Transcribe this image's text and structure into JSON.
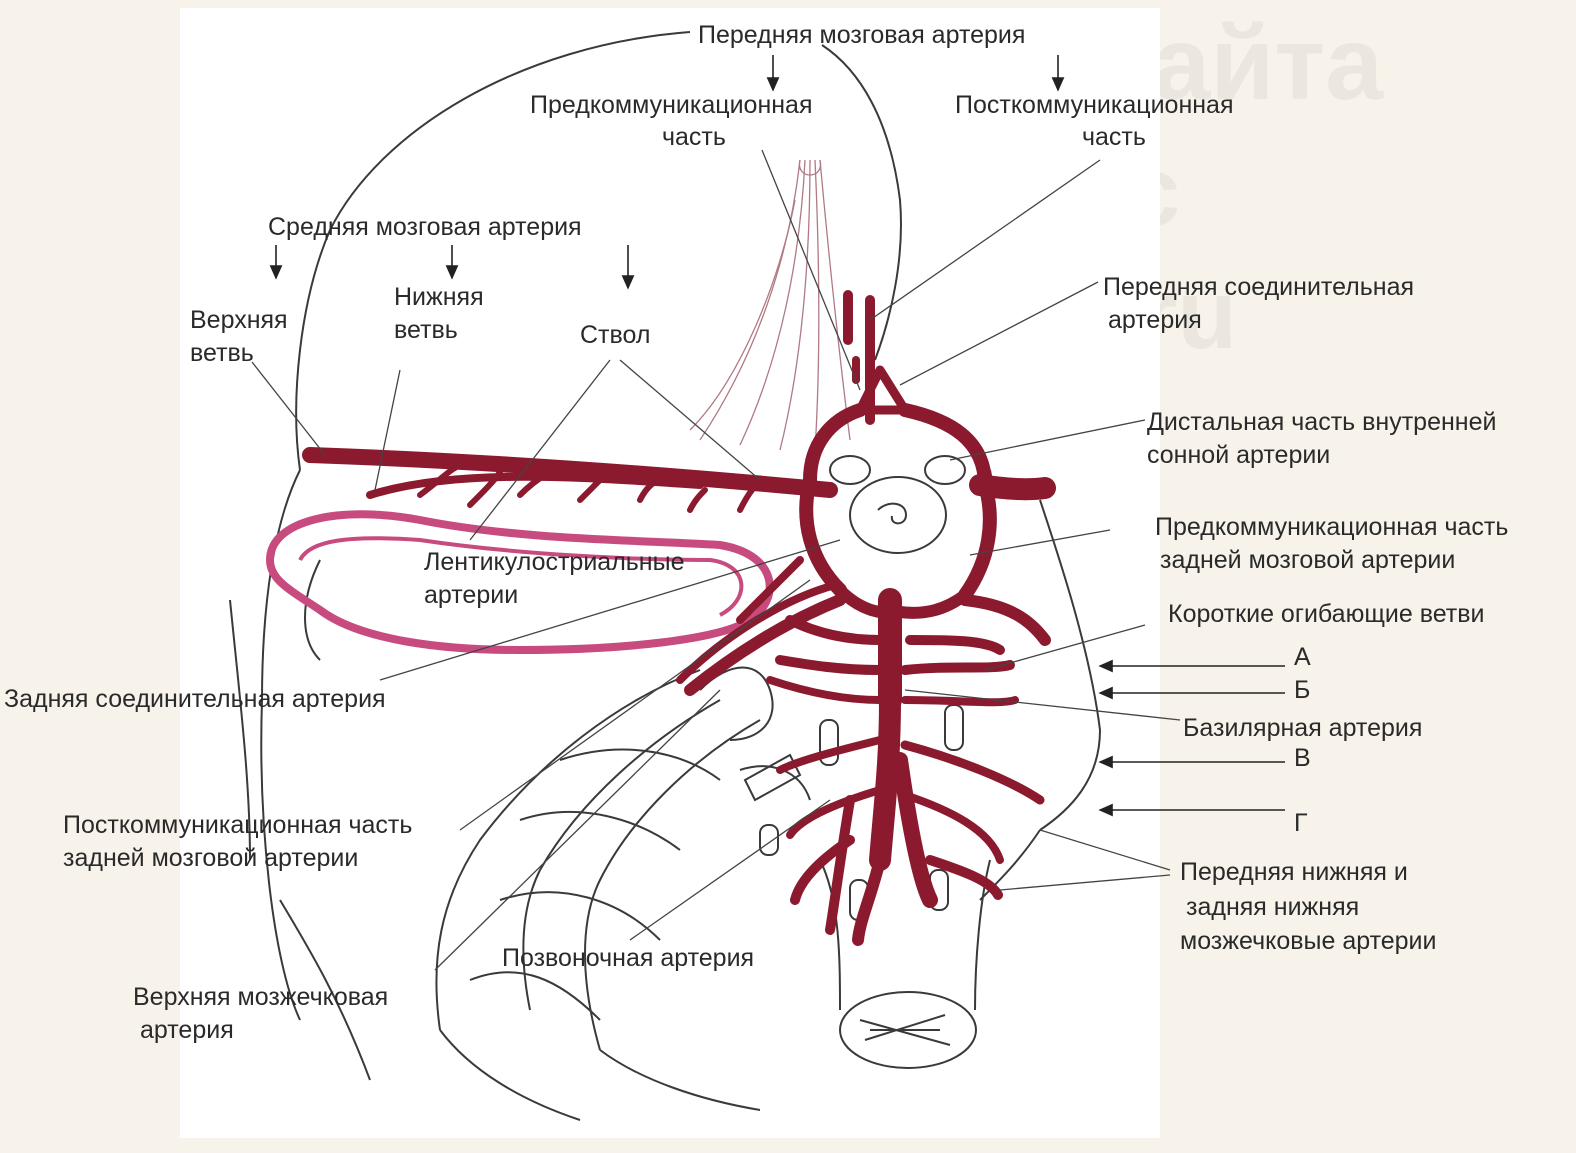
{
  "watermark": {
    "line1": "Изображение с сайта",
    "line2": "Медкампус",
    "line3": "medcampus.ru"
  },
  "labels": {
    "aca": "Передняя мозговая артерия",
    "aca_pre_1": "Предкоммуникационная",
    "aca_pre_2": "часть",
    "aca_post_1": "Посткоммуникационная",
    "aca_post_2": "часть",
    "mca": "Средняя мозговая артерия",
    "mca_upper_1": "Верхняя",
    "mca_upper_2": "ветвь",
    "mca_lower_1": "Нижняя",
    "mca_lower_2": "ветвь",
    "mca_trunk": "Ствол",
    "acom_1": "Передняя соединительная",
    "acom_2": "артерия",
    "ica_1": "Дистальная часть внутренней",
    "ica_2": "сонной артерии",
    "pca_pre_1": "Предкоммуникационная часть",
    "pca_pre_2": "задней мозговой артерии",
    "short_circ": "Короткие огибающие ветви",
    "lenticulo_1": "Лентикулостриальные",
    "lenticulo_2": "артерии",
    "pcom": "Задняя соединительная артерия",
    "letter_a": "А",
    "letter_b": "Б",
    "basilar": "Базилярная артерия",
    "letter_v": "В",
    "letter_g": "Г",
    "pca_post_1": "Посткоммуникационная часть",
    "pca_post_2": "задней мозговой артерии",
    "aica_1": "Передняя нижняя и",
    "aica_2": "задняя нижняя",
    "aica_3": "мозжечковые артерии",
    "vertebral": "Позвоночная артерия",
    "sca_1": "Верхняя мозжечковая",
    "sca_2": "артерия"
  },
  "colors": {
    "background": "#f7f3ea",
    "panel": "#ffffff",
    "artery": "#8b1a2f",
    "pca_loop": "#c84b7f",
    "outline": "#3a3a3a",
    "text": "#2a2a2a"
  }
}
